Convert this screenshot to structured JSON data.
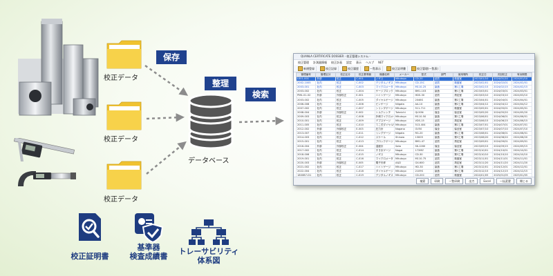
{
  "colors": {
    "tag_bg": "#20428e",
    "arrow": "#8c8c8c",
    "icon_blue": "#1e3c80",
    "folder": "#f7d24a"
  },
  "folders": [
    {
      "label": "校正データ"
    },
    {
      "label": "校正データ"
    },
    {
      "label": "校正データ"
    }
  ],
  "tags": {
    "save": "保存",
    "organize": "整理",
    "search": "検索"
  },
  "database": {
    "label": "データベース",
    "icon": "database-icon"
  },
  "bottom_icons": [
    {
      "icon": "certificate-icon",
      "lines": [
        "校正証明書"
      ]
    },
    {
      "icon": "badge-check-icon",
      "lines": [
        "基準器",
        "検査成績書"
      ]
    },
    {
      "icon": "hierarchy-icon",
      "lines": [
        "トレーサビリティ",
        "体系図"
      ]
    }
  ],
  "window": {
    "title": "QUANLA CERTIFICATE DOSSIER - 校正管理システム -",
    "menu": [
      "校正管理",
      "計測器情報",
      "校正計画",
      "設定",
      "表示",
      "ヘルプ",
      "NET"
    ],
    "toolbar": [
      "新規登録",
      "校正記録",
      "校正履歴",
      "一覧表示",
      "校正証明書",
      "校正管理(一覧表)"
    ],
    "columns": [
      "管理番号",
      "管理区分",
      "校正区分",
      "校正基準器",
      "機器名称",
      "メーカー",
      "型式",
      "部門",
      "使用場所",
      "校正日",
      "次回校正",
      "有効期限"
    ],
    "rows": [
      [
        "L001-001",
        "外部",
        "校正",
        "C-001",
        "ノギス",
        "Mitutoyo",
        "CD-20",
        "品質",
        "検査室",
        "2023/01/10",
        "2024/01/10",
        "2024/01/10"
      ],
      [
        "2002-1005",
        "社内",
        "校正",
        "C-002",
        "デジタルノギス",
        "Mitutoyo",
        "CD-15C",
        "品質",
        "検査室",
        "2023/02/01",
        "2024/02/01",
        "2024/02/01"
      ],
      [
        "2003-001",
        "社内",
        "校正",
        "C-003",
        "マイクロメータ",
        "Mitutoyo",
        "M110-25",
        "製造",
        "第1工場",
        "2023/02/15",
        "2024/02/15",
        "2024/02/15"
      ],
      [
        "2003-002",
        "社内",
        "校正",
        "C-004",
        "ゲージブロック",
        "Mitutoyo",
        "BM1-103",
        "製造",
        "第1工場",
        "2023/03/01",
        "2024/03/01",
        "2024/03/01"
      ],
      [
        "PM4-01-02",
        "外部",
        "外部校正",
        "E-001",
        "ハイトゲージ",
        "Mitutoyo",
        "HDS-30",
        "品質",
        "測定室",
        "2023/03/10",
        "2024/03/10",
        "2024/03/10"
      ],
      [
        "2003-002",
        "社内",
        "校正",
        "C-005",
        "ダイヤルゲージ",
        "Mitutoyo",
        "2046S",
        "製造",
        "第2工場",
        "2023/04/01",
        "2024/04/01",
        "2024/04/01"
      ],
      [
        "2006-008",
        "社内",
        "校正",
        "C-006",
        "ピンゲージ",
        "Niigata",
        "AA-10",
        "製造",
        "第2工場",
        "2023/04/12",
        "2024/04/12",
        "2024/04/12"
      ],
      [
        "2007-002",
        "社内",
        "校正",
        "C-007",
        "シリンダゲージ",
        "Mitutoyo",
        "511-711",
        "品質",
        "検査室",
        "2023/05/01",
        "2024/05/01",
        "2024/05/01"
      ],
      [
        "2008-004",
        "外部",
        "外部校正",
        "E-002",
        "トルクレンチ",
        "Tohnichi",
        "QL50N",
        "保全",
        "保全室",
        "2023/05/20",
        "2024/05/20",
        "2024/05/20"
      ],
      [
        "2009-003",
        "社内",
        "校正",
        "C-008",
        "外側マイクロメータ",
        "Mitutoyo",
        "M110-50",
        "製造",
        "第1工場",
        "2023/06/01",
        "2024/06/01",
        "2024/06/01"
      ],
      [
        "2010-001",
        "社内",
        "校正",
        "C-009",
        "デプスゲージ",
        "Mitutoyo",
        "VDS-15",
        "品質",
        "測定室",
        "2023/06/15",
        "2024/06/15",
        "2024/06/15"
      ],
      [
        "2011-005",
        "社内",
        "校正",
        "C-010",
        "てこ式ダイヤルゲージ",
        "Mitutoyo",
        "513-404",
        "製造",
        "第2工場",
        "2023/07/01",
        "2024/07/01",
        "2024/07/01"
      ],
      [
        "2012-002",
        "外部",
        "外部校正",
        "E-003",
        "圧力計",
        "Nagano",
        "GV50",
        "保全",
        "保全室",
        "2023/07/10",
        "2024/07/10",
        "2024/07/10"
      ],
      [
        "2013-007",
        "社内",
        "校正",
        "C-011",
        "リングゲージ",
        "Niigata",
        "RG-20",
        "製造",
        "第1工場",
        "2023/08/01",
        "2024/08/01",
        "2024/08/01"
      ],
      [
        "2014-003",
        "社内",
        "校正",
        "C-012",
        "スケール",
        "Shinwa",
        "13005",
        "製造",
        "第3工場",
        "2023/08/20",
        "2024/08/20",
        "2024/08/20"
      ],
      [
        "2015-001",
        "社内",
        "校正",
        "C-013",
        "ブロックゲージ",
        "Mitutoyo",
        "BM1-47",
        "品質",
        "測定室",
        "2023/09/01",
        "2024/09/01",
        "2024/09/01"
      ],
      [
        "2016-004",
        "外部",
        "外部校正",
        "E-004",
        "温度計",
        "Sato",
        "SK-1260",
        "保全",
        "保全室",
        "2023/09/15",
        "2024/09/15",
        "2024/09/15"
      ],
      [
        "2017-002",
        "社内",
        "校正",
        "C-014",
        "すきまゲージ",
        "Nagai",
        "172MZ",
        "製造",
        "第2工場",
        "2023/10/01",
        "2024/10/01",
        "2024/10/01"
      ],
      [
        "2018-006",
        "社内",
        "校正",
        "C-015",
        "ノギス",
        "Mitutoyo",
        "CD-30",
        "製造",
        "第3工場",
        "2023/10/10",
        "2024/10/10",
        "2024/10/10"
      ],
      [
        "2019-001",
        "社内",
        "校正",
        "C-016",
        "マイクロメータ",
        "Mitutoyo",
        "M110-75",
        "品質",
        "検査室",
        "2023/11/01",
        "2024/11/01",
        "2024/11/01"
      ],
      [
        "2020-003",
        "外部",
        "外部校正",
        "E-005",
        "電子天秤",
        "A&D",
        "GX-600",
        "品質",
        "測定室",
        "2023/11/20",
        "2024/11/20",
        "2024/11/20"
      ],
      [
        "2021-002",
        "社内",
        "校正",
        "C-017",
        "ハイトゲージ",
        "Mitutoyo",
        "HD-30",
        "製造",
        "第1工場",
        "2023/12/01",
        "2024/12/01",
        "2024/12/01"
      ],
      [
        "2022-004",
        "社内",
        "校正",
        "C-018",
        "ダイヤルゲージ",
        "Mitutoyo",
        "2109S",
        "製造",
        "第2工場",
        "2023/12/15",
        "2024/12/15",
        "2024/12/15"
      ],
      [
        "1800B7-D1",
        "社内",
        "校正",
        "C-019",
        "デジタルノギス",
        "Mitutoyo",
        "CD-20C",
        "品質",
        "検査室",
        "2024/01/05",
        "2025/01/05",
        "2025/01/05"
      ],
      [
        "1801",
        "社内",
        "校正",
        "C-020",
        "プラグゲージ",
        "Niigata",
        "PG-10",
        "製造",
        "第3工場",
        "2024/01/20",
        "2025/01/20",
        "2025/01/20"
      ],
      [
        "1802-004",
        "外部",
        "外部校正",
        "E-006",
        "テスター",
        "Hioki",
        "3244",
        "保全",
        "保全室",
        "2024/02/01",
        "2025/02/01",
        "2025/02/01"
      ]
    ],
    "footer_buttons": [
      "検索",
      "印刷",
      "一覧印刷",
      "出力",
      "Excel",
      "一括変更",
      "閉じる"
    ]
  }
}
